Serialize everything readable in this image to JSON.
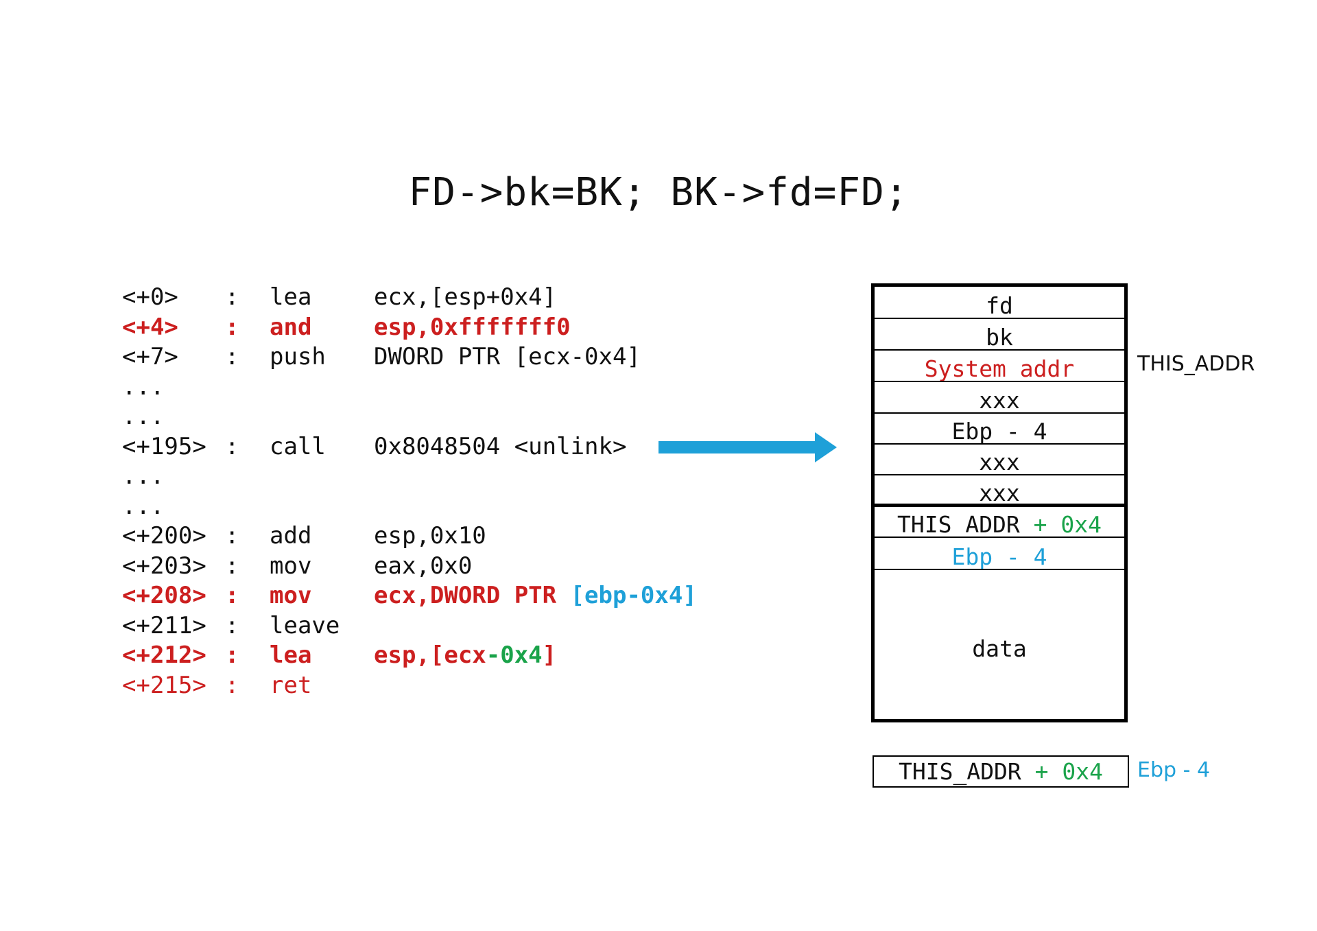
{
  "title": "FD->bk=BK; BK->fd=FD;",
  "code": [
    {
      "offset": "<+0>",
      "sep": ":",
      "mnemonic": "lea",
      "operand": "ecx,[esp+0x4]"
    },
    {
      "offset": "<+4>",
      "sep": ":",
      "mnemonic": "and",
      "operand": "esp,0xfffffff0"
    },
    {
      "offset": "<+7>",
      "sep": ":",
      "mnemonic": "push",
      "operand": "DWORD PTR [ecx-0x4]"
    },
    {
      "offset": "...",
      "sep": "",
      "mnemonic": "",
      "operand": ""
    },
    {
      "offset": "...",
      "sep": "",
      "mnemonic": "",
      "operand": ""
    },
    {
      "offset": "<+195>",
      "sep": ":",
      "mnemonic": "call",
      "operand": "0x8048504 <unlink>"
    },
    {
      "offset": "...",
      "sep": "",
      "mnemonic": "",
      "operand": ""
    },
    {
      "offset": "...",
      "sep": "",
      "mnemonic": "",
      "operand": ""
    },
    {
      "offset": "<+200>",
      "sep": ":",
      "mnemonic": "add",
      "operand": "esp,0x10"
    },
    {
      "offset": "<+203>",
      "sep": ":",
      "mnemonic": "mov",
      "operand": "eax,0x0"
    },
    {
      "offset": "<+208>",
      "sep": ":",
      "mnemonic": "mov",
      "operand_a": "ecx,DWORD PTR ",
      "operand_b": "[ebp-0x4]"
    },
    {
      "offset": "<+211>",
      "sep": ":",
      "mnemonic": "leave",
      "operand": ""
    },
    {
      "offset": "<+212>",
      "sep": ":",
      "mnemonic": "lea",
      "operand_a": "esp,[ecx",
      "operand_b": "-0x4",
      "operand_c": "]"
    },
    {
      "offset": "<+215>",
      "sep": ":",
      "mnemonic": "ret",
      "operand": ""
    }
  ],
  "stack": {
    "cells": [
      "fd",
      "bk",
      "System_addr",
      "xxx",
      "Ebp - 4",
      "xxx",
      "xxx"
    ],
    "this_addr_plus_a": "THIS_ADDR",
    "this_addr_plus_b": "+ 0x4",
    "ebp_minus": "Ebp - 4",
    "data": "data",
    "side_label": "THIS_ADDR"
  },
  "bottom_box": {
    "a": "THIS_ADDR",
    "b": "+ 0x4",
    "side_label": "Ebp - 4"
  },
  "colors": {
    "red": "#cc1f1f",
    "blue": "#1ea0d8",
    "green": "#1aa34a",
    "arrow": "#1ea0d8"
  }
}
